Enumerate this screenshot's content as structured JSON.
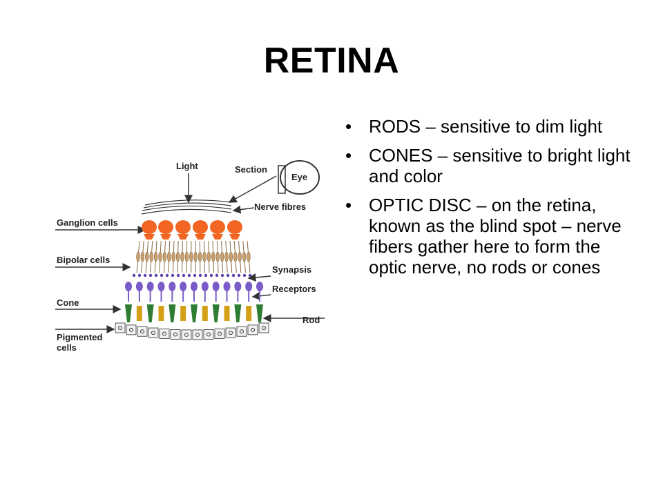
{
  "title": "RETINA",
  "bullets": [
    "RODS – sensitive to dim light",
    "CONES – sensitive to bright light and color",
    "OPTIC DISC – on the retina, known as the blind spot – nerve fibers gather here to form the optic nerve, no rods or cones"
  ],
  "diagram": {
    "labels": {
      "light": "Light",
      "section": "Section",
      "eye": "Eye",
      "nerve_fibres": "Nerve fibres",
      "ganglion_cells": "Ganglion cells",
      "bipolar_cells": "Bipolar cells",
      "synapsis": "Synapsis",
      "receptors": "Receptors",
      "cone": "Cone",
      "rod": "Rod",
      "pigmented_1": "Pigmented",
      "pigmented_2": "cells"
    },
    "colors": {
      "ganglion": "#f26522",
      "bipolar": "#c8a070",
      "synapse": "#5b3fa6",
      "receptor": "#7a5cc8",
      "cone": "#2e7d32",
      "rod": "#d4a017",
      "pigment": "#f2f2f2"
    }
  }
}
